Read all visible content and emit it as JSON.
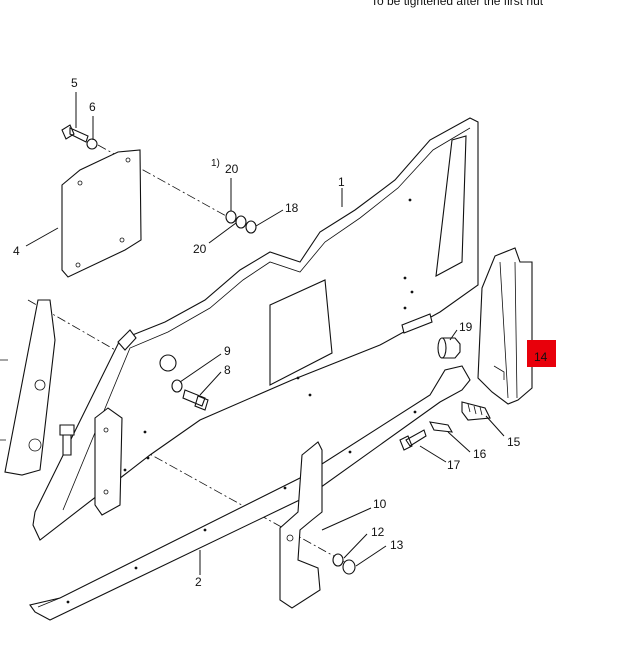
{
  "top_note": "To be tightened after the first nut",
  "callouts": [
    {
      "id": "c5",
      "text": "5"
    },
    {
      "id": "c6",
      "text": "6"
    },
    {
      "id": "c20a_prefix",
      "text": "1)"
    },
    {
      "id": "c20a",
      "text": "20"
    },
    {
      "id": "c1",
      "text": "1"
    },
    {
      "id": "c18",
      "text": "18"
    },
    {
      "id": "c20b",
      "text": "20"
    },
    {
      "id": "c4",
      "text": "4"
    },
    {
      "id": "c19",
      "text": "19"
    },
    {
      "id": "c14",
      "text": "14"
    },
    {
      "id": "c9",
      "text": "9"
    },
    {
      "id": "c8",
      "text": "8"
    },
    {
      "id": "c15",
      "text": "15"
    },
    {
      "id": "c16",
      "text": "16"
    },
    {
      "id": "c17",
      "text": "17"
    },
    {
      "id": "c10",
      "text": "10"
    },
    {
      "id": "c12",
      "text": "12"
    },
    {
      "id": "c13",
      "text": "13"
    },
    {
      "id": "c2",
      "text": "2"
    }
  ],
  "highlight_color": "#e8000b"
}
